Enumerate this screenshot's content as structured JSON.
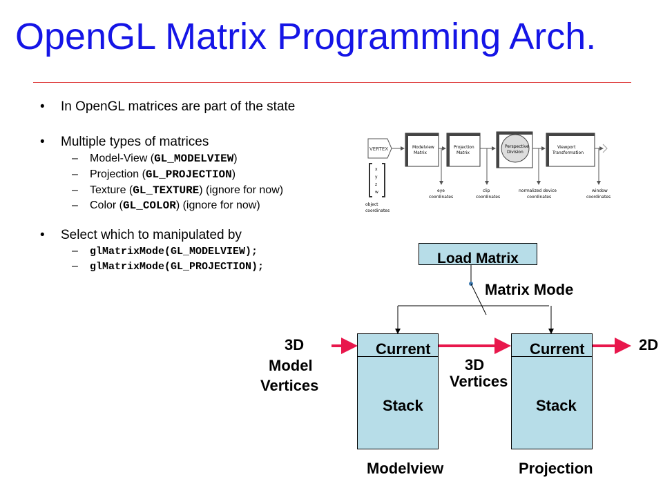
{
  "title": "OpenGL Matrix Programming Arch.",
  "bullets": [
    {
      "text": "In OpenGL matrices are part of the state"
    },
    {
      "text": "Multiple types of matrices",
      "sub": [
        {
          "pre": "Model-View (",
          "code": "GL_MODELVIEW",
          "post": ")"
        },
        {
          "pre": "Projection (",
          "code": "GL_PROJECTION",
          "post": ")"
        },
        {
          "pre": "Texture (",
          "code": "GL_TEXTURE",
          "post": ") (ignore for now)"
        },
        {
          "pre": "Color (",
          "code": "GL_COLOR",
          "post": ") (ignore for now)"
        }
      ]
    },
    {
      "text": "Select which to manipulated by",
      "sub": [
        {
          "code": "glMatrixMode(GL_MODELVIEW);"
        },
        {
          "code": "glMatrixMode(GL_PROJECTION);"
        }
      ]
    }
  ],
  "pipeline": {
    "vertex": "VERTEX",
    "vector": [
      "x",
      "y",
      "z",
      "w"
    ],
    "object_coords": [
      "object",
      "coordinates"
    ],
    "stages": [
      [
        "Modelview",
        "Matrix"
      ],
      [
        "Projection",
        "Matrix"
      ],
      [
        "Perspective",
        "Division"
      ],
      [
        "Viewport",
        "Transformation"
      ]
    ],
    "outputs": [
      [
        "eye",
        "coordinates"
      ],
      [
        "clip",
        "coordinates"
      ],
      [
        "normalized device",
        "coordinates"
      ],
      [
        "window",
        "coordinates"
      ]
    ]
  },
  "diagram": {
    "load_matrix": "Load Matrix",
    "matrix_mode": "Matrix Mode",
    "current": "Current",
    "stack": "Stack",
    "input_label": [
      "3D",
      "Model",
      "Vertices"
    ],
    "middle_label": [
      "3D",
      "Vertices"
    ],
    "output_label": "2D",
    "stack_names": [
      "Modelview",
      "Projection"
    ],
    "colors": {
      "stack_fill": "#b7dde8",
      "arrow": "#e8174c",
      "title": "#1515e6"
    }
  }
}
